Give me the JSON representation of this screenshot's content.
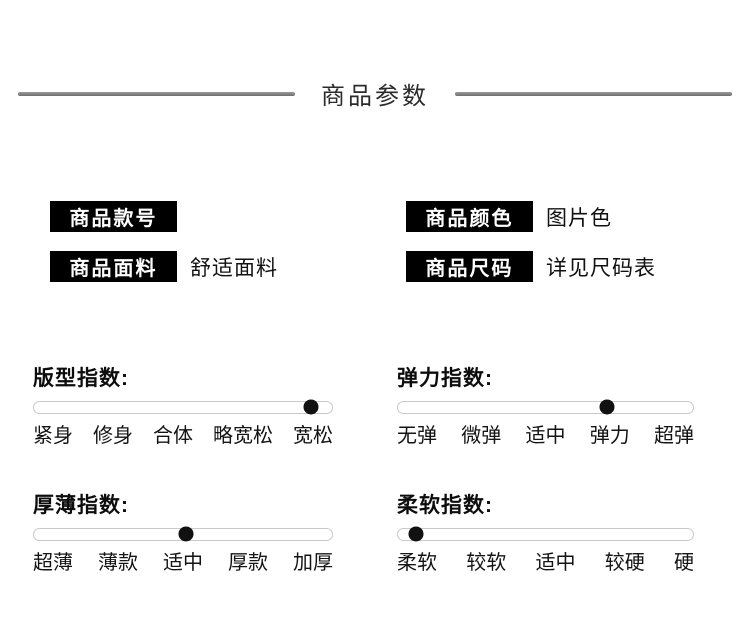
{
  "page": {
    "title": "商品参数"
  },
  "info_fields": [
    {
      "label": "商品款号",
      "value": ""
    },
    {
      "label": "商品颜色",
      "value": "图片色"
    },
    {
      "label": "商品面料",
      "value": "舒适面料"
    },
    {
      "label": "商品尺码",
      "value": "详见尺码表"
    }
  ],
  "sliders": [
    {
      "title": "版型指数:",
      "labels": [
        "紧身",
        "修身",
        "合体",
        "略宽松",
        "宽松"
      ],
      "position_pct": 93,
      "selected": "宽松"
    },
    {
      "title": "弹力指数:",
      "labels": [
        "无弹",
        "微弹",
        "适中",
        "弹力",
        "超弹"
      ],
      "position_pct": 71,
      "selected": "弹力"
    },
    {
      "title": "厚薄指数:",
      "labels": [
        "超薄",
        "薄款",
        "适中",
        "厚款",
        "加厚"
      ],
      "position_pct": 51,
      "selected": "适中"
    },
    {
      "title": "柔软指数:",
      "labels": [
        "柔软",
        "较软",
        "适中",
        "较硬",
        "硬"
      ],
      "position_pct": 6,
      "selected": "柔软"
    }
  ],
  "colors": {
    "label_bg": "#000000",
    "label_text": "#ffffff",
    "dot": "#111111",
    "track_border": "#c9c9c9",
    "divider_top": "#9a9a9a",
    "divider_bottom": "#6f6f6f"
  }
}
